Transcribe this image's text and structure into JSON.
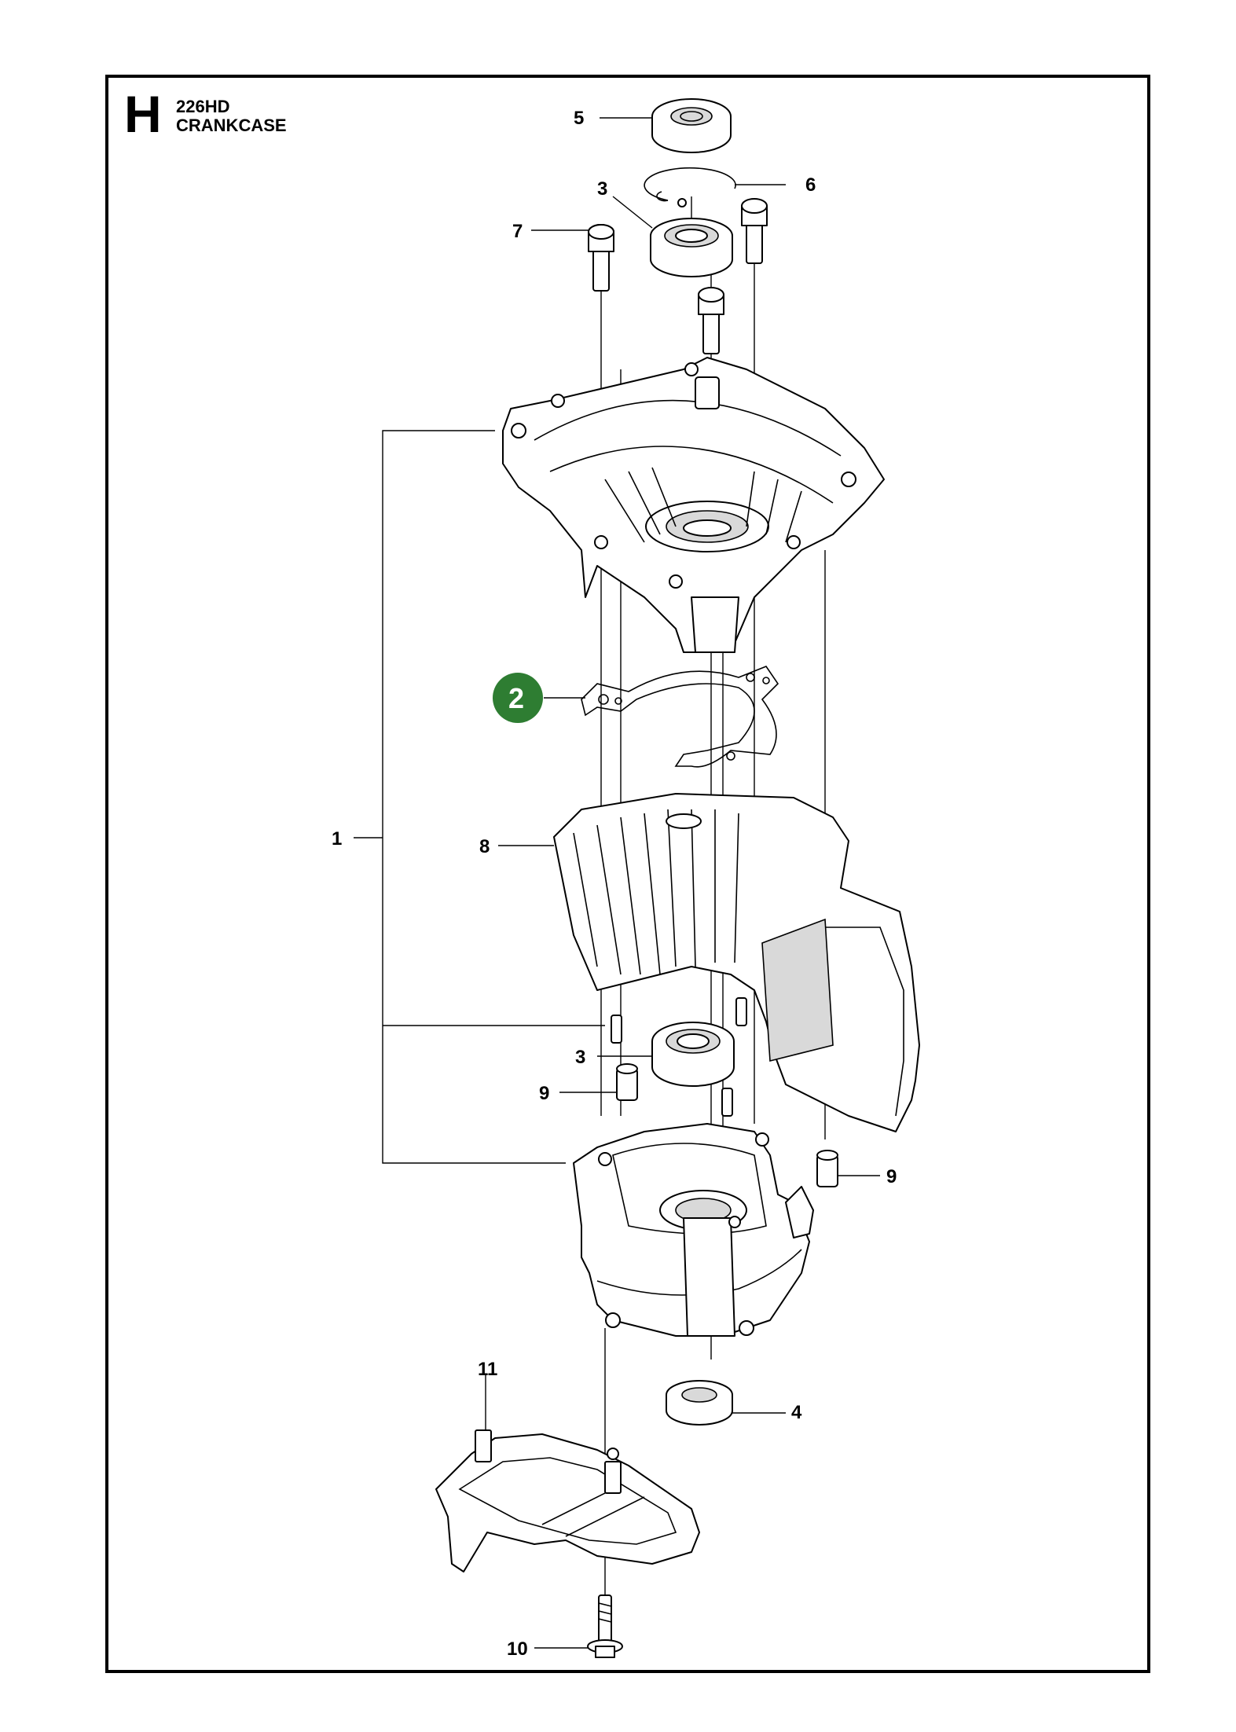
{
  "header": {
    "section_letter": "H",
    "model": "226HD",
    "title": "CRANKCASE"
  },
  "callouts": {
    "c1": "1",
    "c2": "2",
    "c3a": "3",
    "c3b": "3",
    "c4": "4",
    "c5": "5",
    "c6": "6",
    "c7": "7",
    "c8": "8",
    "c9a": "9",
    "c9b": "9",
    "c10": "10",
    "c11": "11"
  },
  "highlight_color": "#2e7d32"
}
